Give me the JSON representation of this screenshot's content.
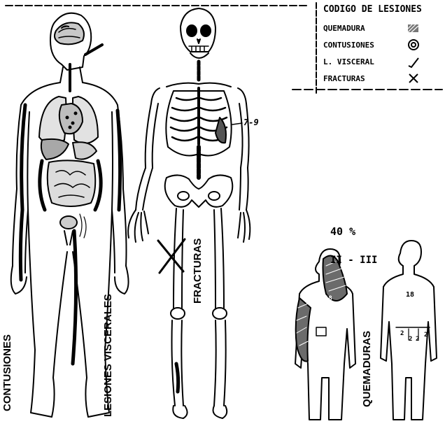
{
  "legend": {
    "title": "CODIGO DE LESIONES",
    "items": [
      {
        "label": "QUEMADURA",
        "symbol": "burn-hatch-icon"
      },
      {
        "label": "CONTUSIONES",
        "symbol": "contusion-spiral-icon"
      },
      {
        "label": "L. VISCERAL",
        "symbol": "visceral-tick-icon"
      },
      {
        "label": "FRACTURAS",
        "symbol": "fracture-x-icon"
      }
    ]
  },
  "figures": {
    "organs_caption_contusiones": "CONTUSIONES",
    "organs_caption_visceral": "LESIONES VISCERALES",
    "skeleton_caption": "FRACTURAS",
    "rib_note": "7-9",
    "burns_caption": "QUEMADURAS",
    "burn_percent": "40 %",
    "burn_degree": "II - III",
    "back_view_number": "18",
    "front_view_number": "18",
    "buttock_numbers": [
      "2",
      "2",
      "2",
      "2"
    ]
  }
}
